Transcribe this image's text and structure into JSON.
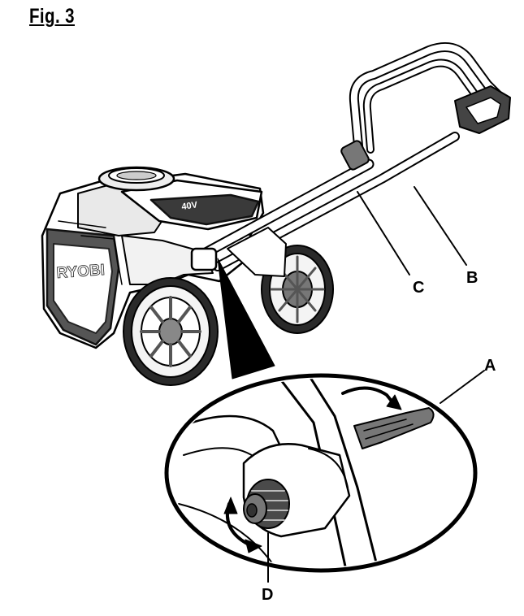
{
  "figure": {
    "title": "Fig. 3"
  },
  "mower": {
    "brand_logo": "RYOBI",
    "battery_badge": "40V"
  },
  "callouts": [
    {
      "id": "A",
      "label": "A"
    },
    {
      "id": "B",
      "label": "B"
    },
    {
      "id": "C",
      "label": "C"
    },
    {
      "id": "D",
      "label": "D"
    }
  ]
}
